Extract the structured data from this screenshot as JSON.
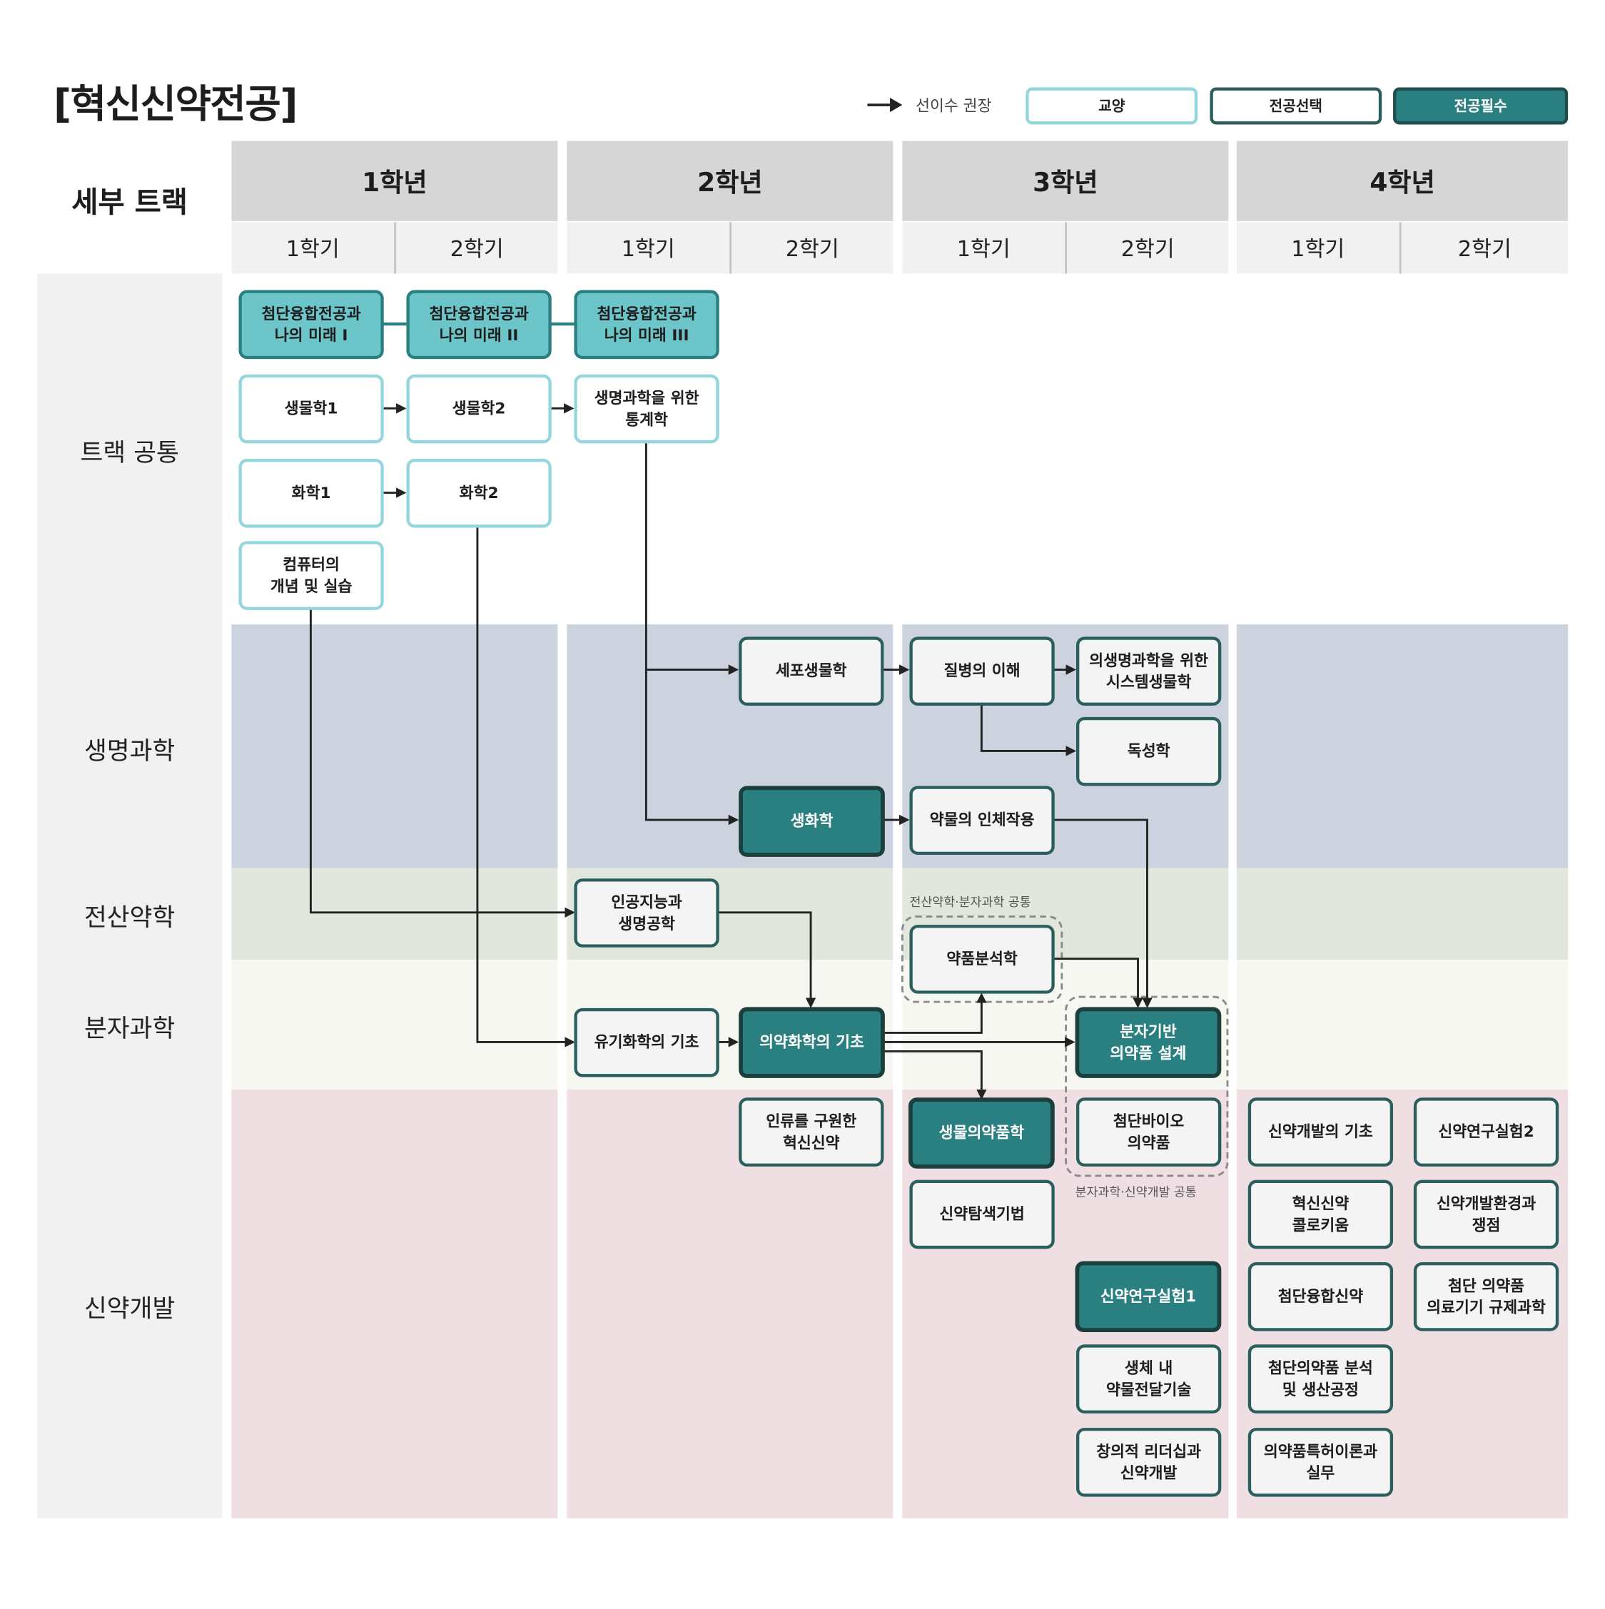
{
  "title": "[혁신신약전공]",
  "legend": {
    "arrow_label": "선이수 권장",
    "general": "교양",
    "elective": "전공선택",
    "required": "전공필수"
  },
  "header": {
    "track_title": "세부 트랙",
    "years": [
      "1학년",
      "2학년",
      "3학년",
      "4학년"
    ],
    "semesters": [
      "1학기",
      "2학기",
      "1학기",
      "2학기",
      "1학기",
      "2학기",
      "1학기",
      "2학기"
    ]
  },
  "tracks": [
    "트랙 공통",
    "생명과학",
    "전산약학",
    "분자과학",
    "신약개발"
  ],
  "notes": {
    "comp_mol_common": "전산약학·분자과학 공통",
    "mol_drug_common": "분자과학·신약개발 공통"
  },
  "colors": {
    "general_border": "#93d6dc",
    "elective_border": "#2b5f5d",
    "required_fill": "#2a7f80",
    "future_fill": "#6cc6c9",
    "band_common": "#ffffff",
    "band_life": "#ccd3df",
    "band_comp": "#e1e7dd",
    "band_mol": "#f7f7f1",
    "band_drug": "#efdfe3",
    "side_gray": "#f1f1f1"
  },
  "courses": {
    "future1": "첨단융합전공과\n나의 미래 I",
    "future2": "첨단융합전공과\n나의 미래 II",
    "future3": "첨단융합전공과\n나의 미래 III",
    "bio1": "생물학1",
    "bio2": "생물학2",
    "stats": "생명과학을 위한\n통계학",
    "chem1": "화학1",
    "chem2": "화학2",
    "computer": "컴퓨터의\n개념 및 실습",
    "cellbio": "세포생물학",
    "disease": "질병의 이해",
    "sysbio": "의생명과학을 위한\n시스템생물학",
    "toxic": "독성학",
    "biochem": "생화학",
    "drugaction": "약물의 인체작용",
    "ai": "인공지능과\n생명공학",
    "analysis": "약품분석학",
    "organic": "유기화학의 기초",
    "medchem": "의약화학의 기초",
    "moldesign": "분자기반\n의약품 설계",
    "humanity": "인류를 구원한\n혁신신약",
    "biopharm": "생물의약품학",
    "advbio": "첨단바이오\n의약품",
    "discovery": "신약탐색기법",
    "lab1": "신약연구실험1",
    "delivery": "생체 내\n약물전달기술",
    "leadership": "창의적 리더십과\n신약개발",
    "basics": "신약개발의 기초",
    "colloquium": "혁신신약\n콜로키움",
    "convergence": "첨단융합신약",
    "production": "첨단의약품 분석\n및 생산공정",
    "patent": "의약품특허이론과\n실무",
    "lab2": "신약연구실험2",
    "environment": "신약개발환경과\n쟁점",
    "regulatory": "첨단 의약품\n의료기기 규제과학"
  }
}
